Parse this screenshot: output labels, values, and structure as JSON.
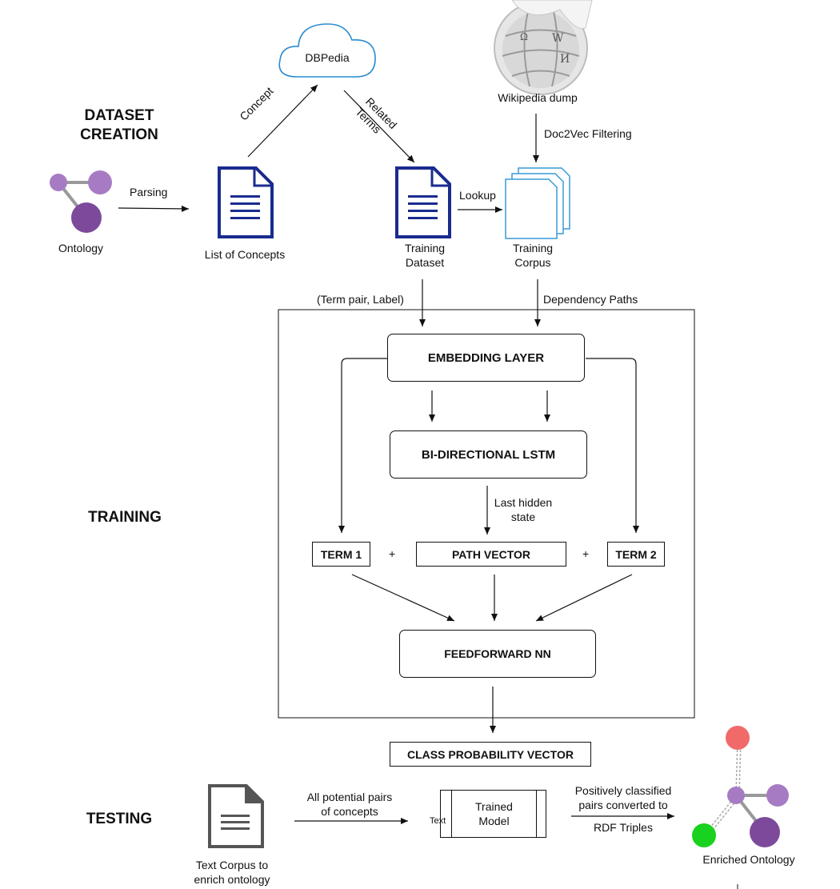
{
  "sections": {
    "dataset_creation": "DATASET\nCREATION",
    "training": "TRAINING",
    "testing": "TESTING"
  },
  "nodes": {
    "dbpedia": "DBPedia",
    "wikipedia": "Wikipedia dump",
    "ontology": "Ontology",
    "list_of_concepts": "List of Concepts",
    "training_dataset": "Training\nDataset",
    "training_corpus": "Training\nCorpus",
    "embedding_layer": "EMBEDDING LAYER",
    "bilstm": "BI-DIRECTIONAL LSTM",
    "term1": "TERM 1",
    "path_vector": "PATH VECTOR",
    "term2": "TERM 2",
    "feedforward": "FEEDFORWARD NN",
    "class_prob": "CLASS PROBABILITY VECTOR",
    "text_corpus": "Text Corpus to\nenrich ontology",
    "trained_model": "Trained\nModel",
    "trained_model_side": "Text",
    "enriched_ontology": "Enriched Ontology"
  },
  "edges": {
    "parsing": "Parsing",
    "concept": "Concept",
    "related_terms": "Related\nTerms",
    "doc2vec": "Doc2Vec Filtering",
    "lookup": "Lookup",
    "term_pair": "(Term pair, Label)",
    "dependency_paths": "Dependency Paths",
    "last_hidden": "Last hidden\nstate",
    "plus1": "+",
    "plus2": "+",
    "all_pairs": "All potential pairs\nof concepts",
    "positively": "Positively classified\npairs converted to",
    "rdf": "RDF Triples"
  },
  "colors": {
    "purple_light": "#a67bc4",
    "purple_dark": "#7d4a9b",
    "doc_blue": "#1a2b8f",
    "cloud_blue": "#2a8bd0",
    "corpus_blue": "#3a9ad9",
    "red": "#f06a6a",
    "green": "#19d11f",
    "gray_edge": "#999999",
    "doc_gray": "#555555"
  }
}
